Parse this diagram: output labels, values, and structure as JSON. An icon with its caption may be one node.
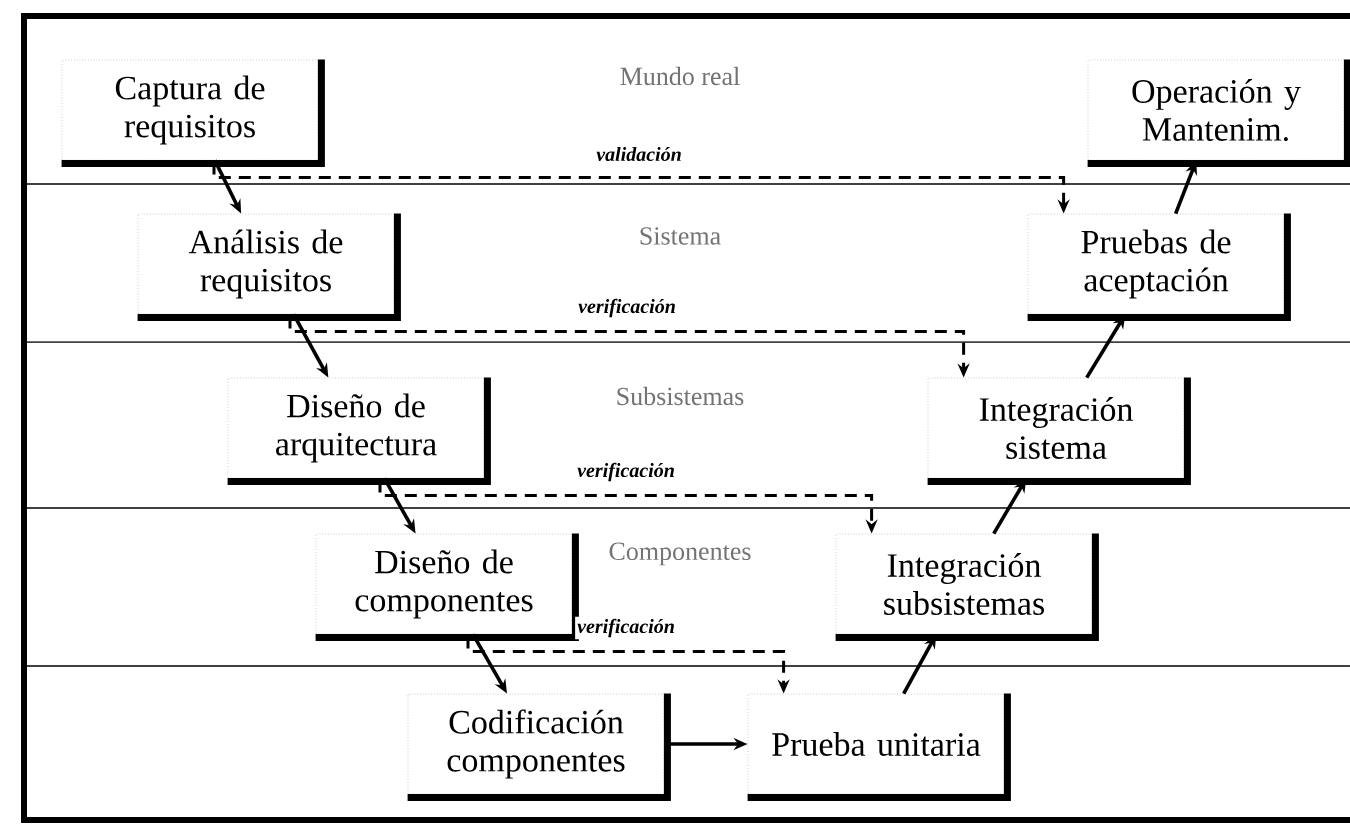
{
  "diagram": {
    "nodes": [
      {
        "text": [
          "Captura de requisitos"
        ]
      },
      {
        "text": [
          "Análisis de requisitos"
        ]
      },
      {
        "text": [
          "Diseño de arquitectura"
        ]
      },
      {
        "text": [
          "Diseño de componentes"
        ]
      },
      {
        "text": [
          "Codificación componentes"
        ]
      },
      {
        "text": [
          "Prueba unitaria"
        ]
      },
      {
        "text": [
          "Integración subsistemas"
        ]
      },
      {
        "text": [
          "Integración sistema"
        ]
      },
      {
        "text": [
          "Pruebas de aceptación"
        ]
      },
      {
        "text": [
          "Operación y Mantenim."
        ]
      }
    ],
    "edges": [
      {
        "from": 0,
        "to": 1,
        "arrow": "to"
      },
      {
        "from": 1,
        "to": 2,
        "arrow": "to"
      },
      {
        "from": 2,
        "to": 3,
        "arrow": "to"
      },
      {
        "from": 3,
        "to": 4,
        "arrow": "to"
      },
      {
        "from": 4,
        "to": 5,
        "arrow": "to"
      },
      {
        "from": 5,
        "to": 6,
        "arrow": "to"
      },
      {
        "from": 6,
        "to": 7,
        "arrow": "to"
      },
      {
        "from": 7,
        "to": 8,
        "arrow": "to"
      },
      {
        "from": 8,
        "to": 9,
        "arrow": "to"
      },
      {
        "from": 0,
        "to": 8,
        "arrow": "to",
        "style": "dashed",
        "label": "validación"
      },
      {
        "from": 1,
        "to": 7,
        "arrow": "to",
        "style": "dashed",
        "label": "verificación"
      },
      {
        "from": 2,
        "to": 6,
        "arrow": "to",
        "style": "dashed",
        "label": "verificación"
      },
      {
        "from": 3,
        "to": 5,
        "arrow": "to",
        "style": "dashed",
        "label": "verificación"
      }
    ],
    "labels": [
      "Mundo real",
      "Sistema",
      "Subsistemas",
      "Componentes"
    ]
  }
}
